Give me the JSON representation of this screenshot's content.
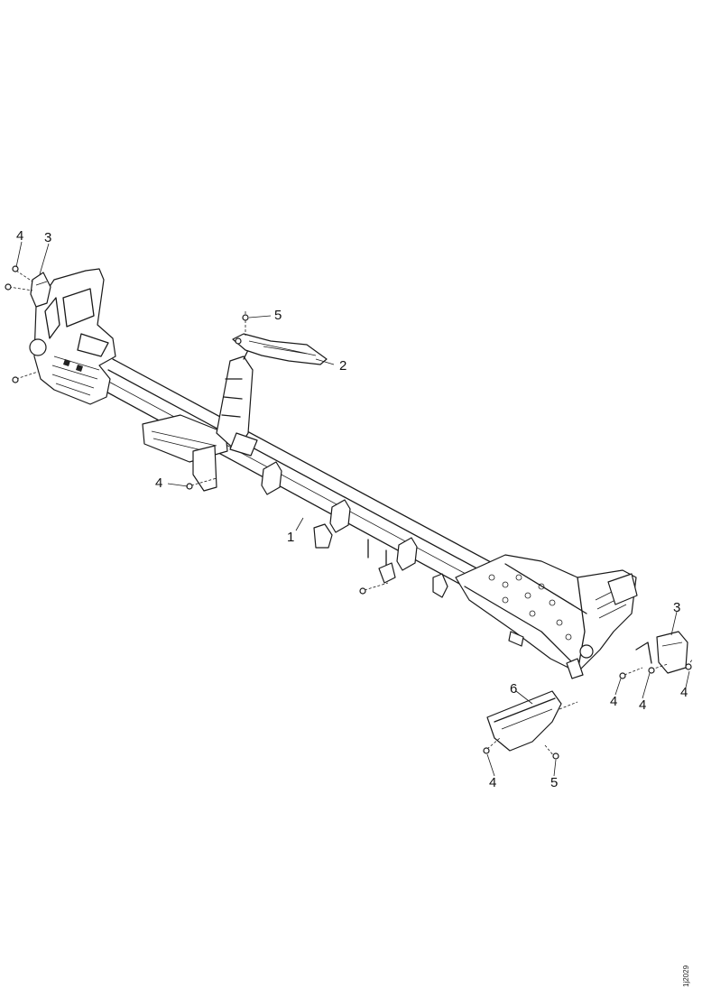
{
  "diagram": {
    "callouts": {
      "c_4_topleft": "4",
      "c_3_topleft": "3",
      "c_5_top": "5",
      "c_2_bracket": "2",
      "c_4_midleft": "4",
      "c_1_beam": "1",
      "c_3_right": "3",
      "c_4_right_a": "4",
      "c_4_right_b": "4",
      "c_4_right_c": "4",
      "c_6_cover": "6",
      "c_4_bottom": "4",
      "c_5_bottom": "5"
    },
    "reference_code": "1j2029"
  }
}
